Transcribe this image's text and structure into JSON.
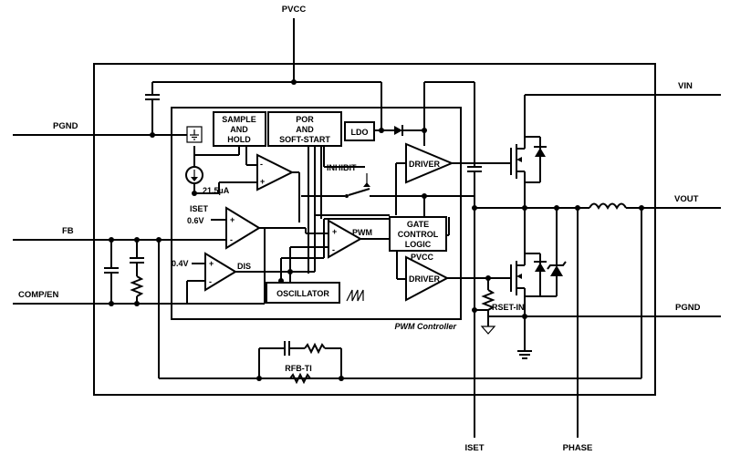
{
  "pins": {
    "pvcc_top": "PVCC",
    "pgnd_left": "PGND",
    "fb": "FB",
    "comp_en": "COMP/EN",
    "vin": "VIN",
    "vout": "VOUT",
    "pgnd_right": "PGND",
    "iset_bottom": "ISET",
    "phase": "PHASE"
  },
  "blocks": {
    "sample_hold": [
      "SAMPLE",
      "AND",
      "HOLD"
    ],
    "por": [
      "POR",
      "AND",
      "SOFT-START"
    ],
    "ldo": "LDO",
    "driver_high": "DRIVER",
    "driver_low": "DRIVER",
    "gate_logic": [
      "GATE",
      "CONTROL",
      "LOGIC"
    ],
    "oscillator": "OSCILLATOR"
  },
  "labels": {
    "current_source": "21.5µA",
    "iset_internal": "ISET",
    "ref_06": "0.6V",
    "ref_04": "0.4V",
    "dis": "DIS",
    "pwm": "PWM",
    "inhibit": "INHIBIT",
    "pvcc_driver": "PVCC",
    "rset_in": "RSET-IN",
    "rfb_ti": "RFB-TI",
    "pwm_controller": "PWM Controller",
    "plus": "+",
    "minus": "-"
  }
}
